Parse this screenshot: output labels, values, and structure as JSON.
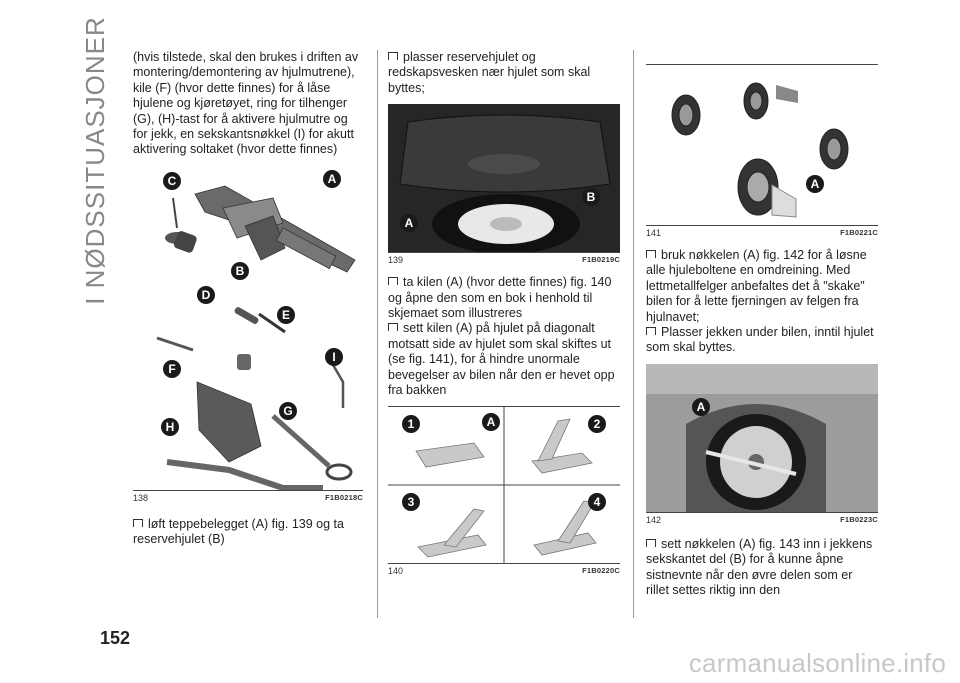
{
  "sidebar": {
    "section_title": "I NØDSSITUASJONER"
  },
  "page": {
    "number": "152"
  },
  "watermark": "carmanualsonline.info",
  "col1": {
    "intro": "(hvis tilstede, skal den brukes i driften av montering/demontering av hjulmutrene), kile (F) (hvor dette finnes) for å låse hjulene og kjøretøyet, ring for tilhenger (G), (H)-tast for å aktivere hjulmutre og for jekk, en sekskantsnøkkel (I) for akutt aktivering soltaket (hvor dette finnes)",
    "figure": {
      "number": "138",
      "code": "F1B0218C",
      "labels": [
        "C",
        "A",
        "B",
        "D",
        "E",
        "F",
        "I",
        "G",
        "H"
      ]
    },
    "bullet": "løft teppebelegget (A) fig. 139 og ta reservehjulet (B)"
  },
  "col2": {
    "bullet1": "plasser reservehjulet og redskapsvesken nær hjulet som skal byttes;",
    "figure1": {
      "number": "139",
      "code": "F1B0219C",
      "labels": [
        "A",
        "B"
      ]
    },
    "bullet2": "ta kilen (A) (hvor dette finnes) fig. 140 og åpne den som en bok i henhold til skjemaet som illustreres",
    "bullet3": "sett kilen (A) på hjulet på diagonalt motsatt side av hjulet som skal skiftes ut (se fig. 141), for å hindre unormale bevegelser av bilen når den er hevet opp fra bakken",
    "figure2": {
      "number": "140",
      "code": "F1B0220C",
      "labels": [
        "1",
        "A",
        "2",
        "3",
        "4"
      ]
    }
  },
  "col3": {
    "figure1": {
      "number": "141",
      "code": "F1B0221C",
      "labels": [
        "A"
      ]
    },
    "bullet1": "bruk nøkkelen (A) fig. 142 for å løsne alle hjuleboltene en omdreining. Med lettmetallfelger anbefaltes det å \"skake\" bilen for å lette fjerningen av felgen fra hjulnavet;",
    "bullet2": "Plasser jekken under bilen, inntil hjulet som skal byttes.",
    "figure2": {
      "number": "142",
      "code": "F1B0223C",
      "labels": [
        "A"
      ]
    },
    "bullet3": "sett nøkkelen (A) fig. 143 inn i jekkens sekskantet del (B) for å kunne åpne sistnevnte når den øvre delen som er rillet settes riktig inn den"
  }
}
